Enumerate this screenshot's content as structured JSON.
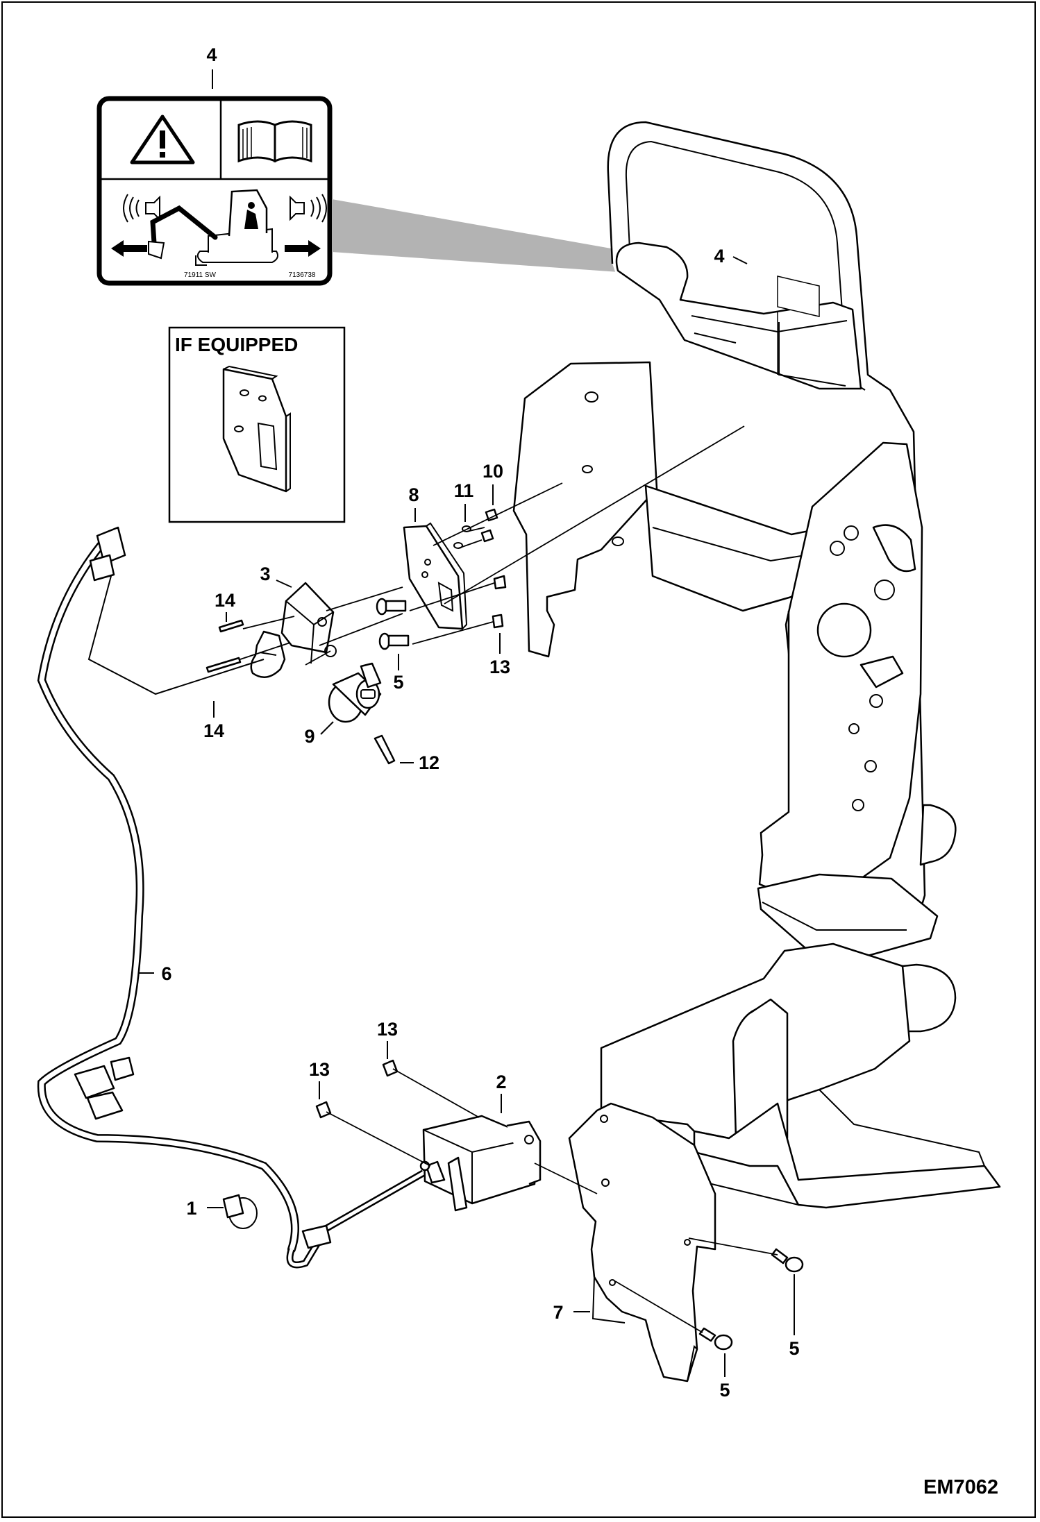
{
  "figure_id": "EM7062",
  "inset": {
    "title": "IF EQUIPPED"
  },
  "decal": {
    "left_code": "71911 SW",
    "right_code": "7136738"
  },
  "callouts": {
    "c4_decal": "4",
    "c4_frame": "4",
    "c8": "8",
    "c11": "11",
    "c10": "10",
    "c3": "3",
    "c14_top": "14",
    "c14_bottom": "14",
    "c5_upper": "5",
    "c13_upper": "13",
    "c9": "9",
    "c12": "12",
    "c6": "6",
    "c13_left": "13",
    "c13_right": "13",
    "c2": "2",
    "c1": "1",
    "c7": "7",
    "c5_lower_left": "5",
    "c5_lower_right": "5"
  },
  "icons": [
    "warning-triangle-icon",
    "manual-book-icon",
    "sound-wave-icon",
    "arrow-left-icon",
    "arrow-right-icon",
    "excavator-icon"
  ]
}
